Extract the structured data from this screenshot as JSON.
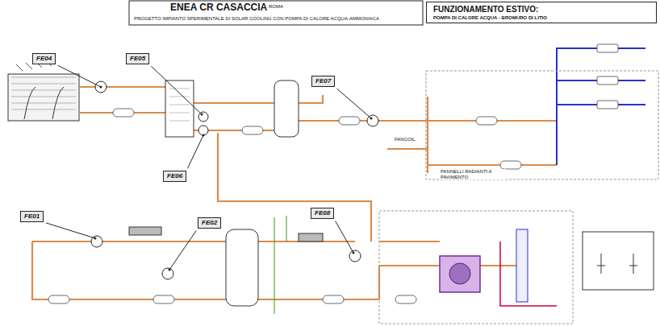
{
  "diagram": {
    "title": "ENEA CR CASACCIA",
    "nodes": [
      {
        "text": [
          "FUNZIONAMENTO ESTIVO:",
          "POMPA DI CALORE ACQUA - BROMURO DI LITIO"
        ]
      },
      {
        "text": [
          "FE04"
        ]
      },
      {
        "text": [
          "FE05"
        ]
      },
      {
        "text": [
          "FE07"
        ]
      },
      {
        "text": [
          "FE06"
        ]
      },
      {
        "text": [
          "FE01"
        ]
      },
      {
        "text": [
          "FE02"
        ]
      },
      {
        "text": [
          "FE08"
        ]
      }
    ],
    "labels": [
      "PROGETTO IMPIANTO SPERIMENTALE DI SOLAR COOLING CON POMPA DI CALORE ACQUA-AMMONIACA",
      "ROMA",
      "FANCOIL",
      "PANNELLI RADIANTI A PAVIMENTO"
    ]
  }
}
